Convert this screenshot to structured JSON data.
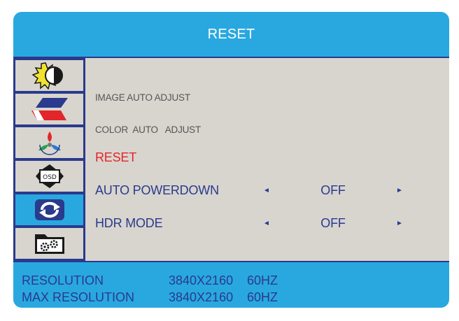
{
  "title": "RESET",
  "sidebar": {
    "items": [
      {
        "icon": "brightness-contrast-icon",
        "active": false
      },
      {
        "icon": "image-adjust-icon",
        "active": false
      },
      {
        "icon": "color-tint-icon",
        "active": false
      },
      {
        "icon": "osd-settings-icon",
        "active": false
      },
      {
        "icon": "reset-refresh-icon",
        "active": true
      },
      {
        "icon": "system-settings-icon",
        "active": false
      }
    ]
  },
  "menu": {
    "items": [
      {
        "label": "IMAGE AUTO ADJUST"
      },
      {
        "label": "COLOR  AUTO   ADJUST"
      },
      {
        "label": "RESET",
        "selected": true
      },
      {
        "label": "AUTO POWERDOWN",
        "value": "OFF",
        "left_arrow": "◄",
        "right_arrow": "►"
      },
      {
        "label": "HDR MODE",
        "value": "OFF",
        "left_arrow": "◄",
        "right_arrow": "►"
      }
    ]
  },
  "footer": {
    "resolution_label": "RESOLUTION",
    "resolution_value": "3840X2160",
    "resolution_rate": "60HZ",
    "max_resolution_label": "MAX RESOLUTION",
    "max_resolution_value": "3840X2160",
    "max_resolution_rate": "60HZ"
  },
  "colors": {
    "frame": "#29a8e0",
    "panel": "#d8d5cf",
    "navy": "#2a3a8c",
    "selected": "#e2262a"
  }
}
